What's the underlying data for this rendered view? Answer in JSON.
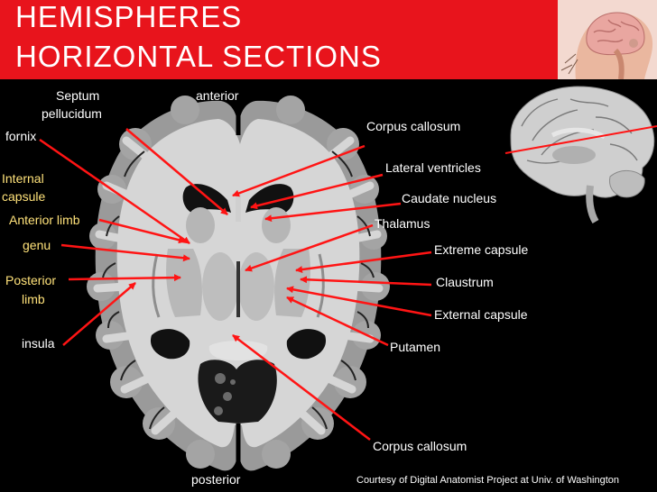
{
  "title": {
    "line1": "HEMISPHERES",
    "line2": "HORIZONTAL SECTIONS"
  },
  "labels": {
    "septum": "Septum",
    "pellucidum": "pellucidum",
    "anterior": "anterior",
    "fornix": "fornix",
    "internal": "Internal",
    "capsule": "capsule",
    "anterior_limb": "Anterior limb",
    "genu": "genu",
    "posterior": "Posterior",
    "limb": "limb",
    "insula": "insula",
    "corpus_callosum_top": "Corpus callosum",
    "lateral_ventricles": "Lateral ventricles",
    "caudate_nucleus": "Caudate nucleus",
    "thalamus": "Thalamus",
    "extreme_capsule": "Extreme capsule",
    "claustrum": "Claustrum",
    "external_capsule": "External capsule",
    "putamen": "Putamen",
    "corpus_callosum_bottom": "Corpus callosum",
    "posterior_bottom": "posterior"
  },
  "credit": "Courtesy of Digital Anatomist Project at Univ. of Washington",
  "colors": {
    "header": "#e8141c",
    "arrow": "#ff1414",
    "label_white": "#ffffff",
    "label_yellow": "#ffe27a",
    "white_matter": "#d6d6d6",
    "gray_matter": "#9a9a9a"
  }
}
